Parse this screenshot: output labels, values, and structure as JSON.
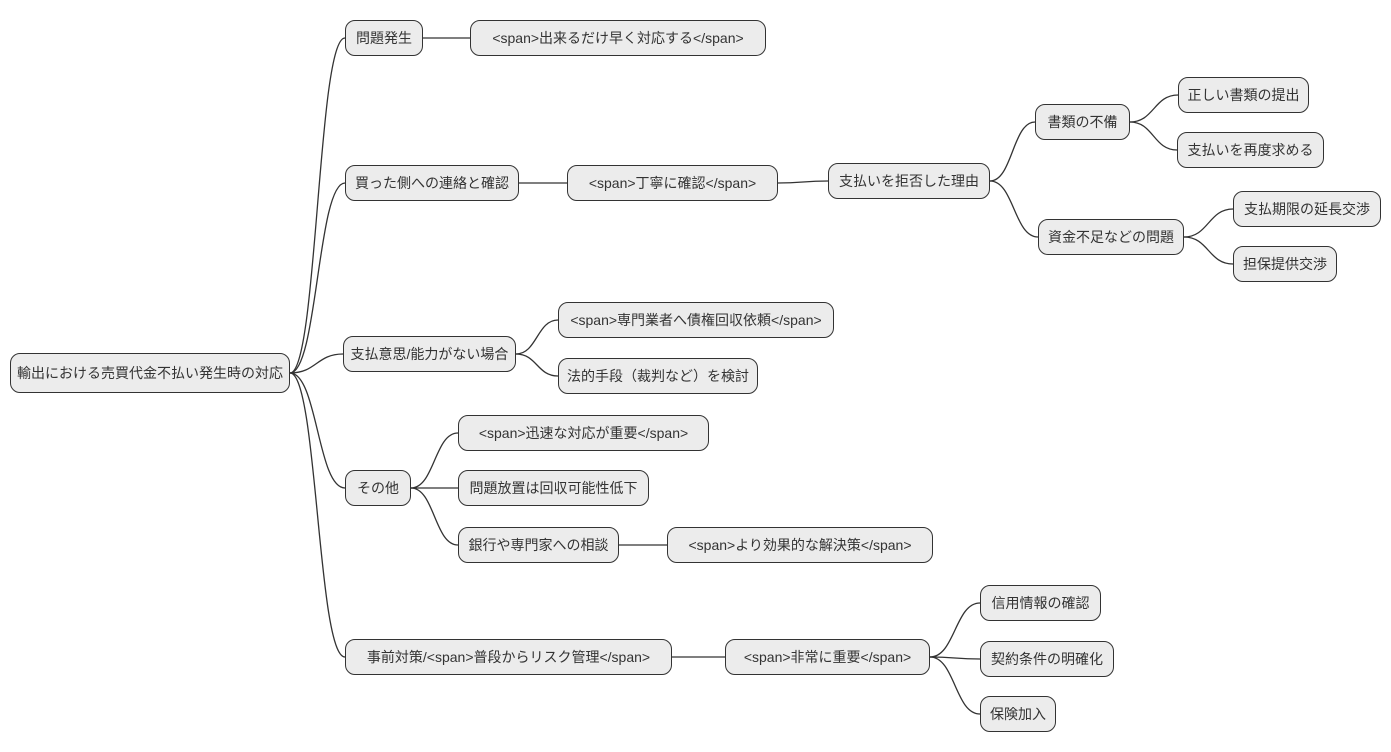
{
  "diagram": {
    "type": "mindmap",
    "colors": {
      "node_fill": "#ececec",
      "node_border": "#333333",
      "edge": "#333333",
      "text": "#333333",
      "background": "#ffffff"
    },
    "root": {
      "label": "輸出における売買代金不払い発生時の対応",
      "children": [
        {
          "label": "問題発生",
          "children": [
            {
              "label": "<span>出来るだけ早く対応する</span>"
            }
          ]
        },
        {
          "label": "買った側への連絡と確認",
          "children": [
            {
              "label": "<span>丁寧に確認</span>",
              "children": [
                {
                  "label": "支払いを拒否した理由",
                  "children": [
                    {
                      "label": "書類の不備",
                      "children": [
                        {
                          "label": "正しい書類の提出"
                        },
                        {
                          "label": "支払いを再度求める"
                        }
                      ]
                    },
                    {
                      "label": "資金不足などの問題",
                      "children": [
                        {
                          "label": "支払期限の延長交渉"
                        },
                        {
                          "label": "担保提供交渉"
                        }
                      ]
                    }
                  ]
                }
              ]
            }
          ]
        },
        {
          "label": "支払意思/能力がない場合",
          "children": [
            {
              "label": "<span>専門業者へ債権回収依頼</span>"
            },
            {
              "label": "法的手段（裁判など）を検討"
            }
          ]
        },
        {
          "label": "その他",
          "children": [
            {
              "label": "<span>迅速な対応が重要</span>"
            },
            {
              "label": "問題放置は回収可能性低下"
            },
            {
              "label": "銀行や専門家への相談",
              "children": [
                {
                  "label": "<span>より効果的な解決策</span>"
                }
              ]
            }
          ]
        },
        {
          "label": "事前対策/<span>普段からリスク管理</span>",
          "children": [
            {
              "label": "<span>非常に重要</span>",
              "children": [
                {
                  "label": "信用情報の確認"
                },
                {
                  "label": "契約条件の明確化"
                },
                {
                  "label": "保険加入"
                }
              ]
            }
          ]
        }
      ]
    }
  }
}
